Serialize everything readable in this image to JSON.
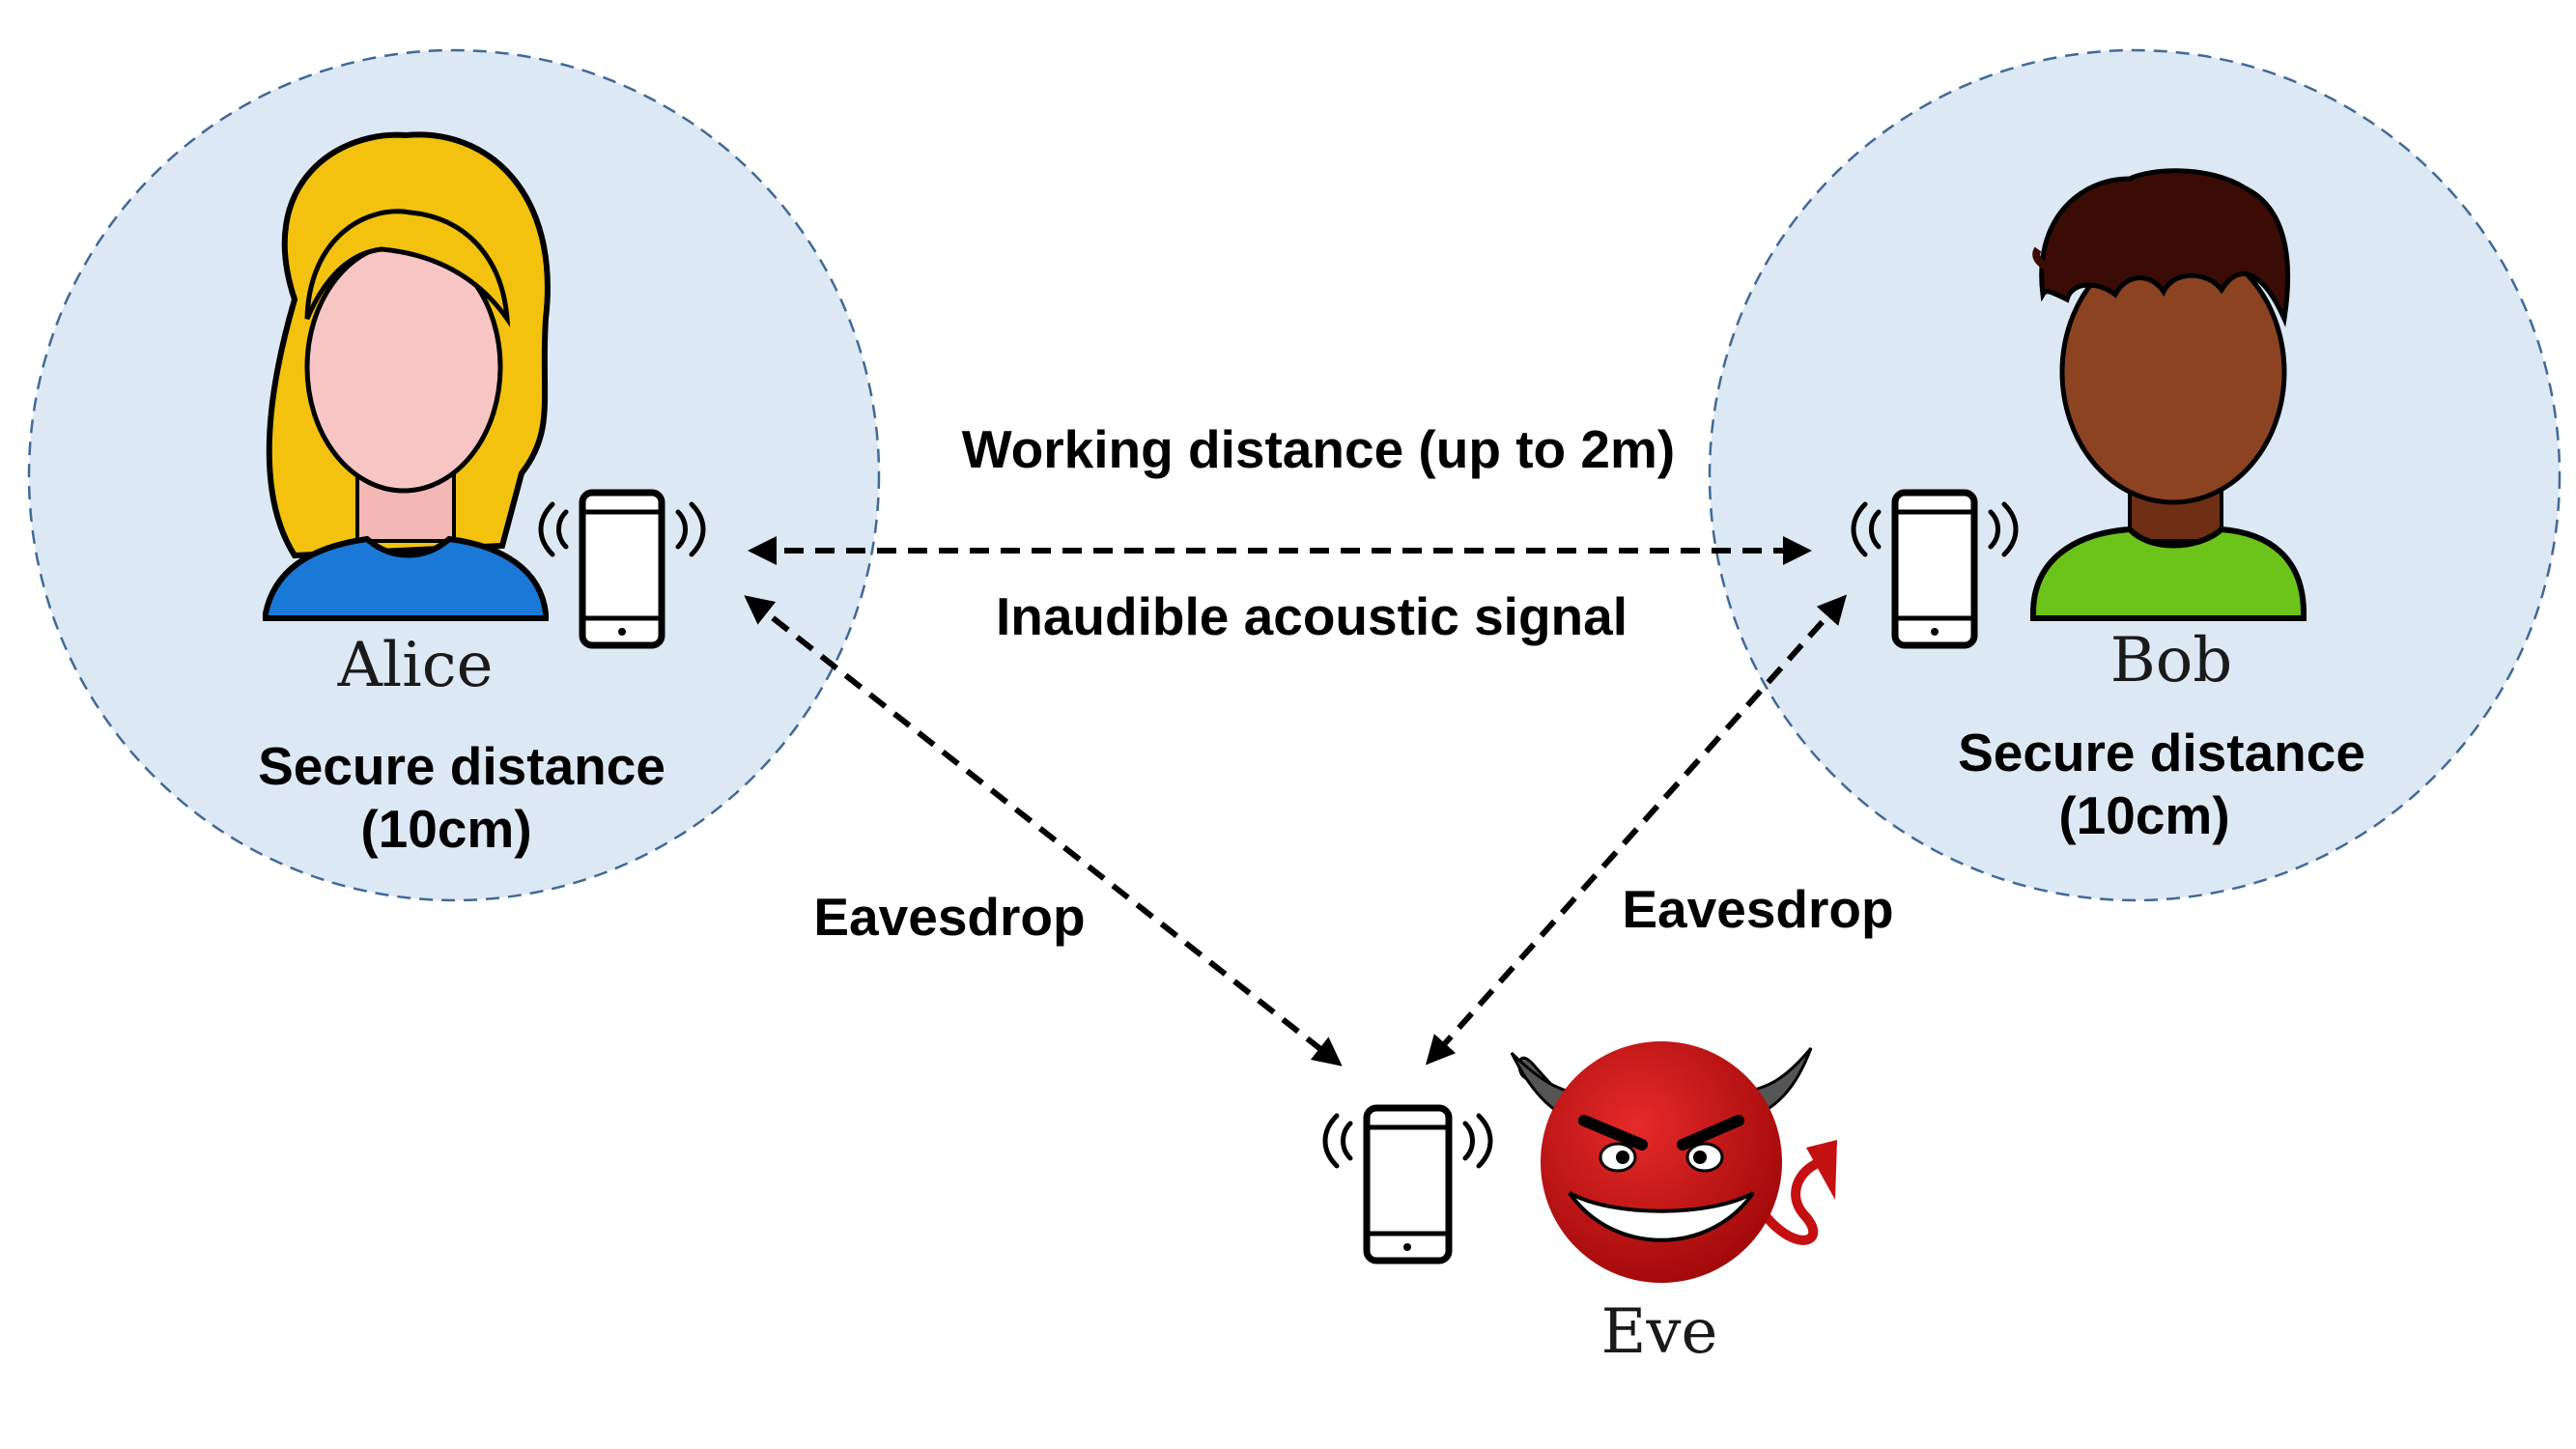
{
  "labels": {
    "working_distance": "Working distance (up to 2m)",
    "signal": "Inaudible acoustic signal",
    "eavesdrop_left": "Eavesdrop",
    "eavesdrop_right": "Eavesdrop"
  },
  "alice": {
    "name": "Alice",
    "secure_line1": "Secure distance",
    "secure_line2": "(10cm)"
  },
  "bob": {
    "name": "Bob",
    "secure_line1": "Secure distance",
    "secure_line2": "(10cm)"
  },
  "eve": {
    "name": "Eve"
  },
  "colors": {
    "zone_fill": "#dde8f5",
    "zone_stroke": "#3f6a96",
    "alice_hair": "#f2c20f",
    "alice_skin": "#f7c5c4",
    "alice_shirt": "#1a78d6",
    "bob_hair": "#3b0c05",
    "bob_skin": "#8c4322",
    "bob_shirt": "#6cc41a",
    "eve_red": "#c41010",
    "eve_horn": "#555555"
  },
  "icons": [
    "phone-icon",
    "sound-wave-icon",
    "person-avatar",
    "devil-avatar"
  ]
}
